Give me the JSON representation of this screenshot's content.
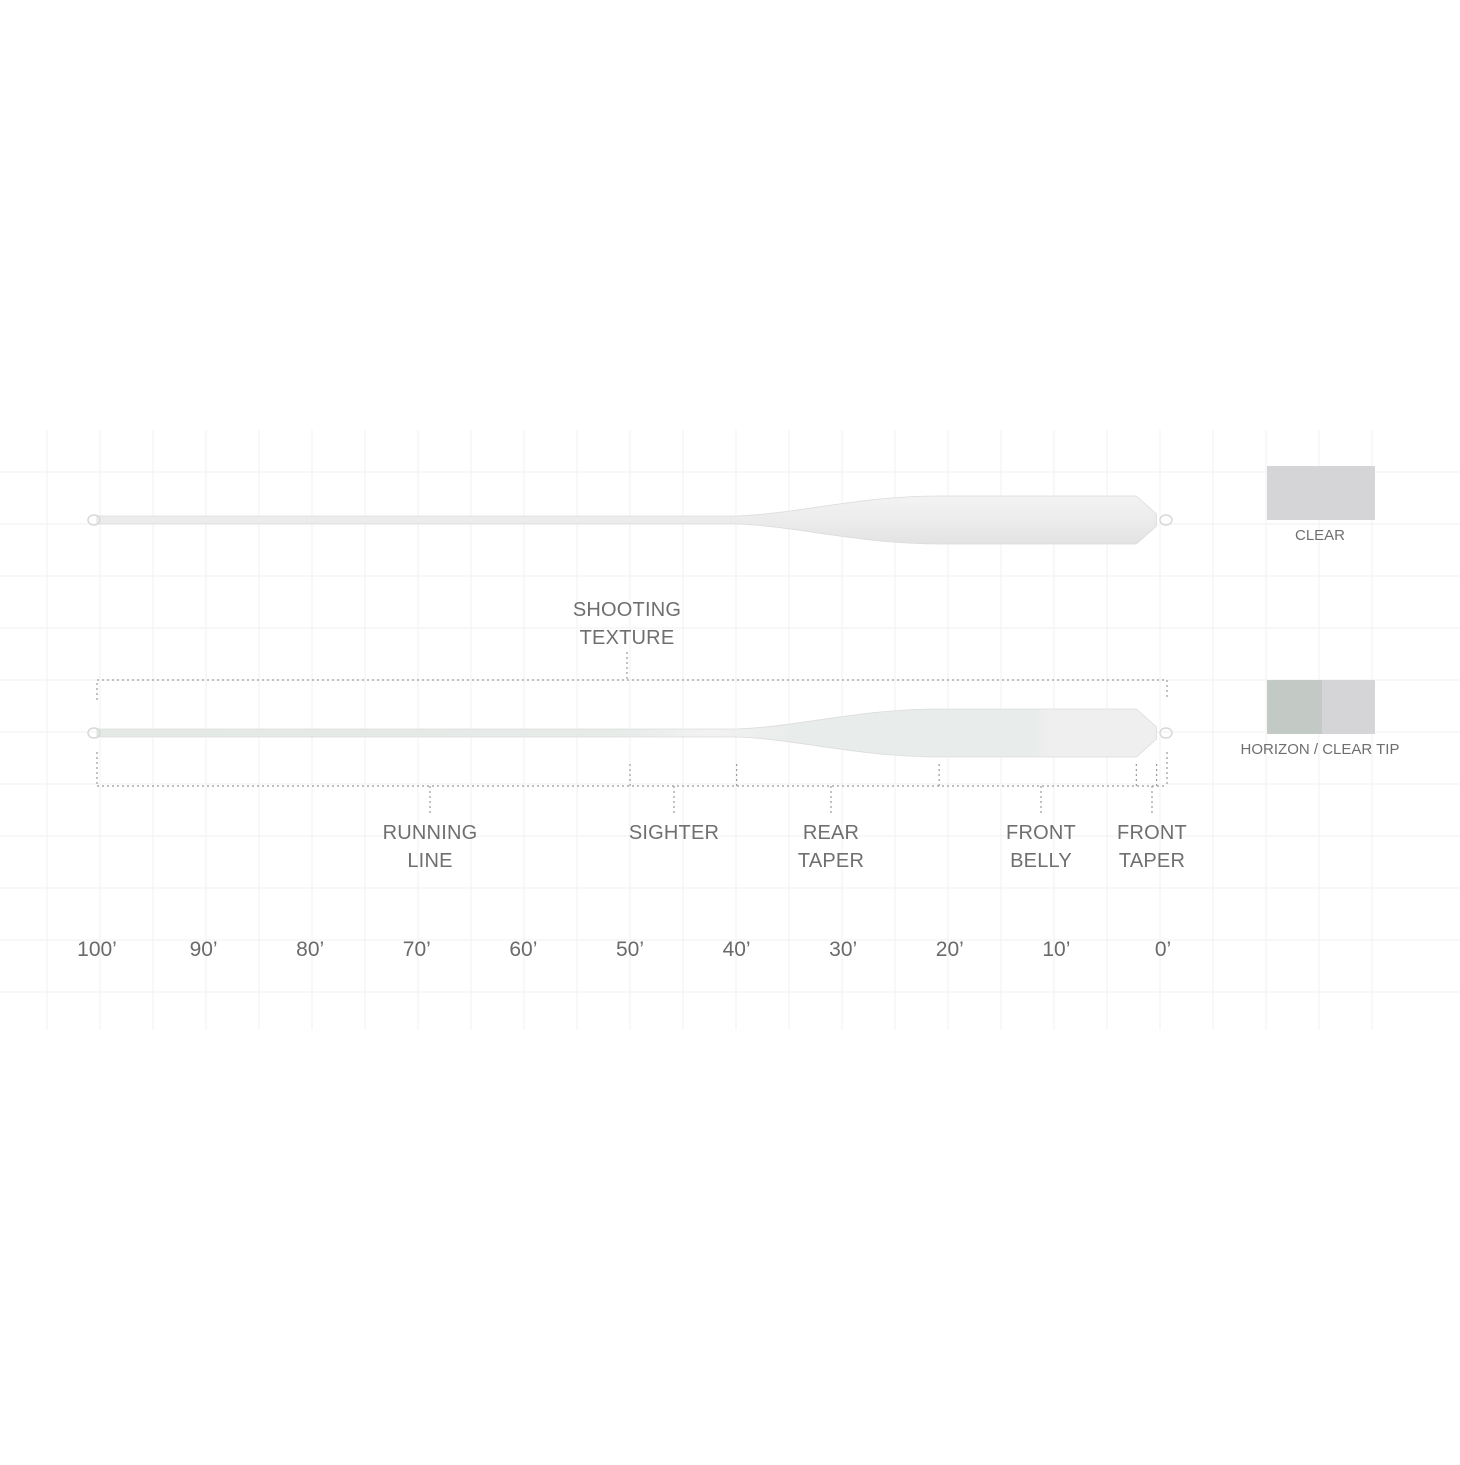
{
  "colors": {
    "line_body": "#ededed",
    "line_edge": "#dcdcdc",
    "clear_swatch": "#d5d5d7",
    "horizon_swatch": "#c3c9c5",
    "text": "#6f6f6f",
    "bracket": "#9a9a9a"
  },
  "lines": [
    {
      "id": "clear",
      "colorway": "CLEAR",
      "segments": [
        "clear"
      ]
    },
    {
      "id": "horizon-clear-tip",
      "colorway": "HORIZON / CLEAR TIP",
      "segments": [
        "horizon",
        "clear"
      ]
    }
  ],
  "swatches": [
    {
      "label": "CLEAR",
      "colors": [
        "#d5d5d7"
      ]
    },
    {
      "label": "HORIZON / CLEAR TIP",
      "colors": [
        "#c3c9c5",
        "#d5d5d7"
      ]
    }
  ],
  "shooting_texture": {
    "line1": "SHOOTING",
    "line2": "TEXTURE",
    "from_ft": 100,
    "to_ft": 0
  },
  "sections": [
    {
      "id": "running-line",
      "line1": "RUNNING",
      "line2": "LINE",
      "from_ft": 100,
      "to_ft": 50
    },
    {
      "id": "sighter",
      "line1": "SIGHTER",
      "line2": "",
      "from_ft": 50,
      "to_ft": 40
    },
    {
      "id": "rear-taper",
      "line1": "REAR",
      "line2": "TAPER",
      "from_ft": 40,
      "to_ft": 21
    },
    {
      "id": "front-belly",
      "line1": "FRONT",
      "line2": "BELLY",
      "from_ft": 21,
      "to_ft": 2.5
    },
    {
      "id": "front-taper",
      "line1": "FRONT",
      "line2": "TAPER",
      "from_ft": 2.5,
      "to_ft": 0
    }
  ],
  "scale": {
    "ticks": [
      100,
      90,
      80,
      70,
      60,
      50,
      40,
      30,
      20,
      10,
      0
    ],
    "labels": [
      "100’",
      "90’",
      "80’",
      "70’",
      "60’",
      "50’",
      "40’",
      "30’",
      "20’",
      "10’",
      "0’"
    ]
  }
}
